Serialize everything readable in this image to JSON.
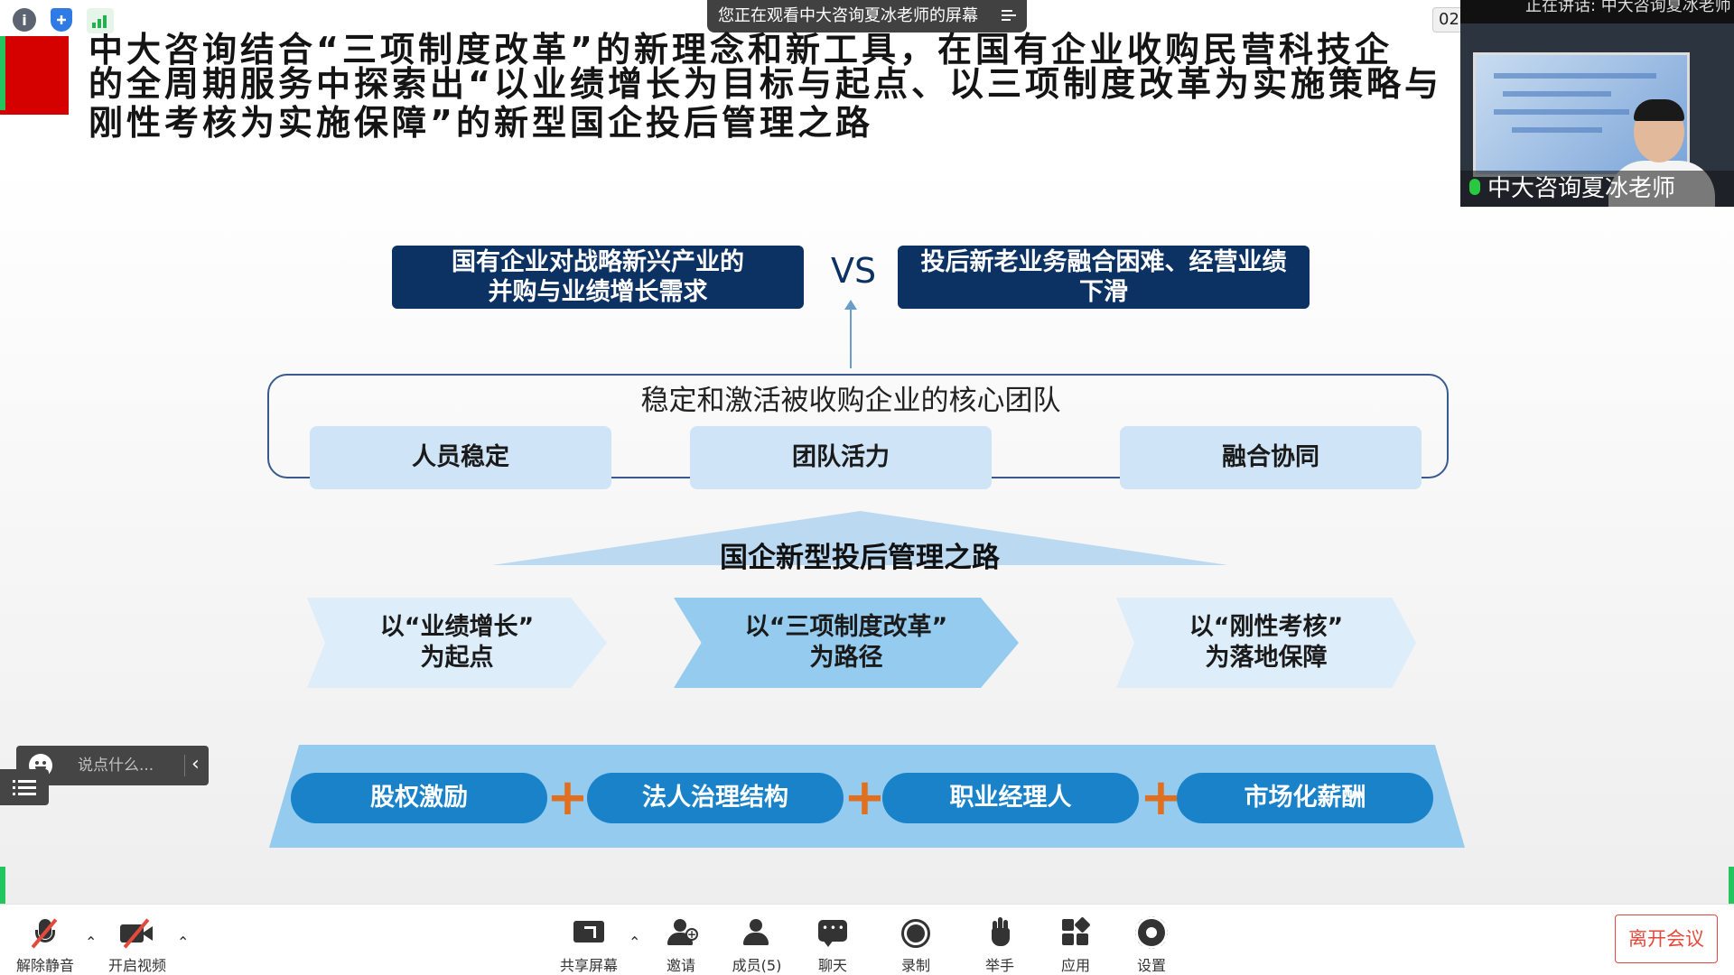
{
  "banner": {
    "text": "您正在观看中大咨询夏冰老师的屏幕"
  },
  "timer": {
    "text": "02"
  },
  "camera": {
    "top_text": "正在讲话: 中大咨询夏冰老师",
    "name": "中大咨询夏冰老师"
  },
  "slide": {
    "title_lines": [
      "中大咨询结合“三项制度改革”的新理念和新工具，在国有企业收购民营科技企",
      "的全周期服务中探索出“以业绩增长为目标与起点、以三项制度改革为实施策略与",
      "刚性考核为实施保障”的新型国企投后管理之路"
    ],
    "box_left": [
      "国有企业对战略新兴产业的",
      "并购与业绩增长需求"
    ],
    "vs": "VS",
    "box_right": [
      "投后新老业务融合困难、经营业绩",
      "下滑"
    ],
    "core_title": "稳定和激活被收购企业的核心团队",
    "core_items": [
      "人员稳定",
      "团队活力",
      "融合协同"
    ],
    "road_title": "国企新型投后管理之路",
    "chevrons": [
      [
        "以“业绩增长”",
        "为起点"
      ],
      [
        "以“三项制度改革”",
        "为路径"
      ],
      [
        "以“刚性考核”",
        "为落地保障"
      ]
    ],
    "pills": [
      "股权激励",
      "法人治理结构",
      "职业经理人",
      "市场化薪酬"
    ],
    "plus_sign": "+"
  },
  "chat": {
    "placeholder": "说点什么..."
  },
  "toolbar": {
    "unmute": "解除静音",
    "start_video": "开启视频",
    "share_screen": "共享屏幕",
    "invite": "邀请",
    "members": "成员(5)",
    "chat": "聊天",
    "record": "录制",
    "raise_hand": "举手",
    "apps": "应用",
    "settings": "设置",
    "leave": "离开会议"
  },
  "colors": {
    "navy": "#0c3263",
    "light_blue": "#cfe4f7",
    "pill_blue": "#1a82c9",
    "plus_orange": "#e07020",
    "leave_red": "#e34a3c"
  }
}
